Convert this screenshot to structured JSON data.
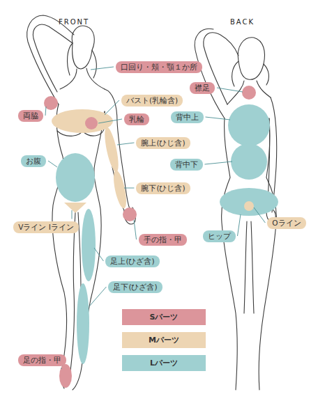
{
  "diagram": {
    "nodes": [
      {
        "text": [
          "口回り・頬・顎１か所"
        ]
      },
      {
        "text": [
          "襟足"
        ]
      },
      {
        "text": [
          "バスト(乳輪含)"
        ]
      },
      {
        "text": [
          "両脇"
        ]
      },
      {
        "text": [
          "背中上"
        ]
      },
      {
        "text": [
          "乳輪"
        ]
      },
      {
        "text": [
          "腕上(ひじ含)"
        ]
      },
      {
        "text": [
          "お腹"
        ]
      },
      {
        "text": [
          "背中下"
        ]
      },
      {
        "text": [
          "腕下(ひじ含)"
        ]
      },
      {
        "text": [
          "Vライン Iライン"
        ]
      },
      {
        "text": [
          "Oライン"
        ]
      },
      {
        "text": [
          "ヒップ"
        ]
      },
      {
        "text": [
          "手の指・甲"
        ]
      },
      {
        "text": [
          "足上(ひざ含)"
        ]
      },
      {
        "text": [
          "足下(ひざ含)"
        ]
      },
      {
        "text": [
          "足の指・甲"
        ]
      }
    ],
    "labels": [
      "FRONT",
      "BACK"
    ],
    "legend": [
      {
        "text": "Sパーツ",
        "color": "#dc959b"
      },
      {
        "text": "Mパーツ",
        "color": "#edd5b3"
      },
      {
        "text": "Lパーツ",
        "color": "#9fd0d1"
      }
    ]
  }
}
